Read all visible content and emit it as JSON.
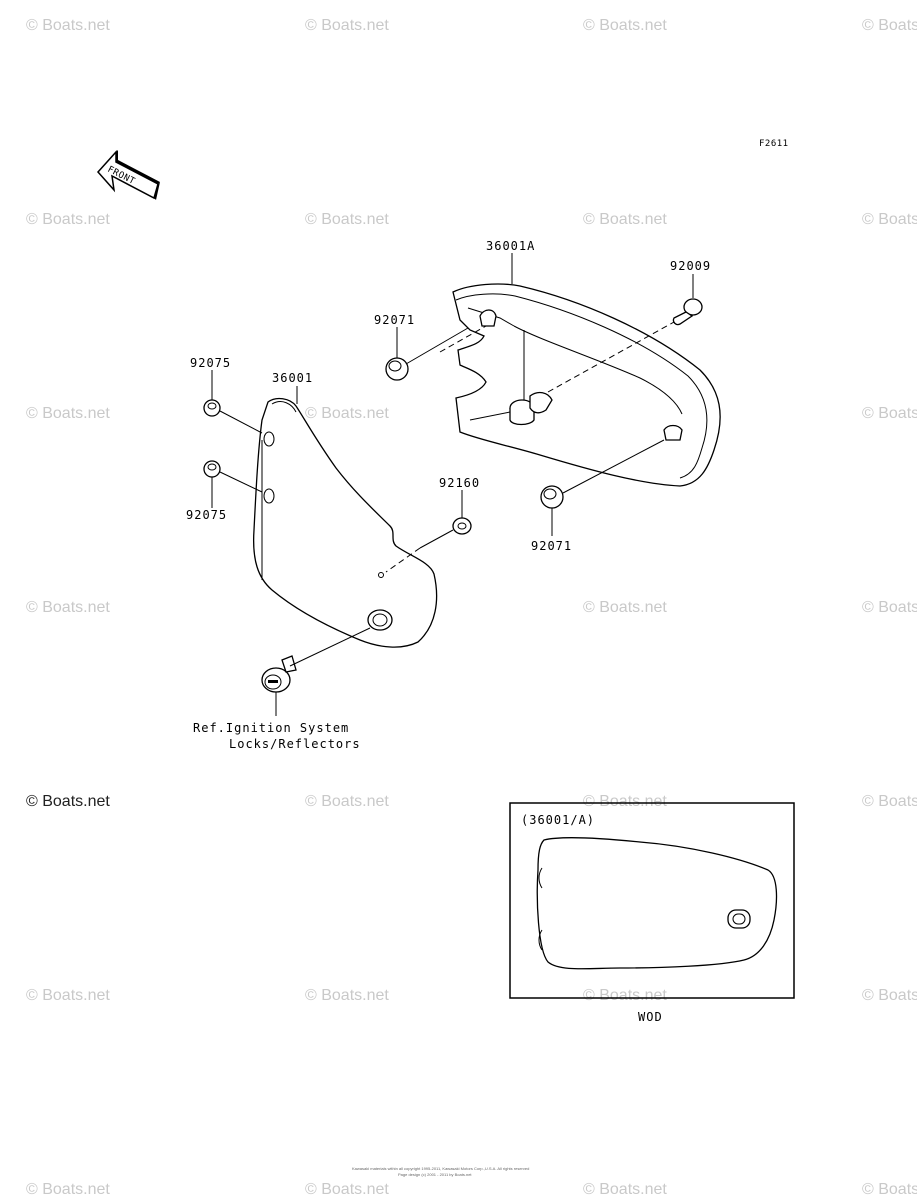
{
  "figure_code": "F2611",
  "front_label": "FRONT",
  "watermark_text": "© Boats.net",
  "watermark_dark_text": "© Boats.net",
  "parts": {
    "p_36001A": "36001A",
    "p_92009": "92009",
    "p_92071_top": "92071",
    "p_92071_bottom": "92071",
    "p_92075_top": "92075",
    "p_92075_bottom": "92075",
    "p_36001": "36001",
    "p_92160": "92160"
  },
  "reference": {
    "line1": "Ref.Ignition System",
    "line2": "Locks/Reflectors"
  },
  "inset": {
    "title": "(36001/A)",
    "caption": "WOD"
  },
  "copyright": {
    "line1": "Kawasaki materials within all copyright 1995-2011, Kawasaki Motors Corp.,U.S.A. All rights reserved",
    "line2": "Page design (c) 2001 - 2011 by Boats.net"
  }
}
